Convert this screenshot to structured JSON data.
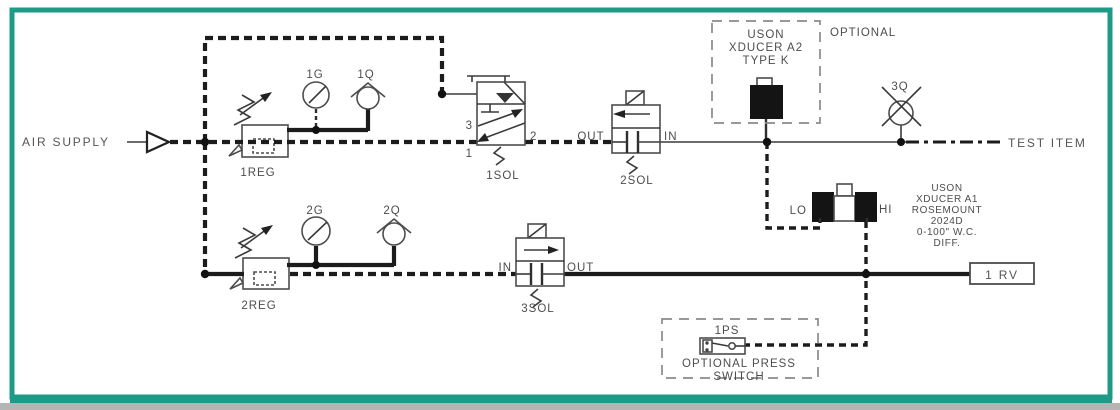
{
  "colors": {
    "frame": "#1d9b87",
    "bottom_bar": "#b5b5b5",
    "line": "#1c1c1c",
    "text": "#4d4d4d"
  },
  "labels": {
    "air_supply": "AIR SUPPLY",
    "test_item": "TEST ITEM",
    "optional": "OPTIONAL",
    "reg1": "1REG",
    "reg2": "2REG",
    "gauge_1g": "1G",
    "gauge_1q": "1Q",
    "gauge_2g": "2G",
    "gauge_2q": "2Q",
    "gauge_3q": "3Q",
    "sol1": "1SOL",
    "sol1_port3": "3",
    "sol1_port2": "2",
    "sol1_port1": "1",
    "sol2": "2SOL",
    "sol2_out": "OUT",
    "sol2_in": "IN",
    "sol3": "3SOL",
    "sol3_in": "IN",
    "sol3_out": "OUT",
    "lo": "LO",
    "hi": "HI",
    "rv": "1 RV",
    "ps": "1PS",
    "ps_line1": "OPTIONAL PRESS",
    "ps_line2": "SWITCH"
  },
  "xducer_a2": {
    "line1": "USON",
    "line2": "XDUCER A2",
    "line3": "TYPE K"
  },
  "xducer_a1": {
    "line1": "USON",
    "line2": "XDUCER A1",
    "line3": "ROSEMOUNT",
    "line4": "2024D",
    "line5": "0-100\" W.C.",
    "line6": "DIFF."
  }
}
